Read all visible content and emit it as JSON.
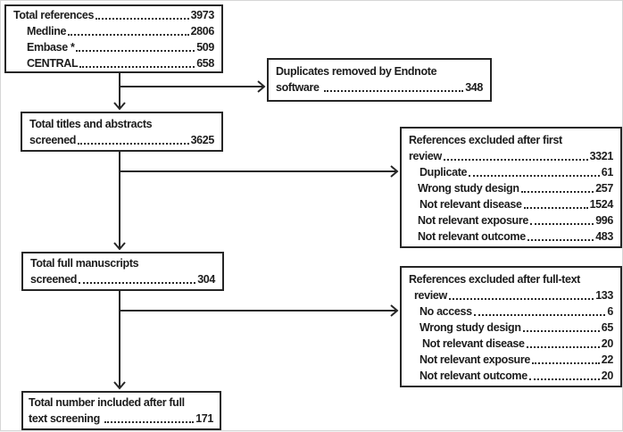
{
  "colors": {
    "box_border": "#262626",
    "connector": "#262626",
    "text": "#1c1c1c",
    "background": "#ffffff"
  },
  "boxes": {
    "total_references": {
      "lines": [
        {
          "label": "Total references",
          "value": "3973"
        },
        {
          "label": "Medline",
          "value": "2806"
        },
        {
          "label": "Embase *",
          "value": "509"
        },
        {
          "label": "CENTRAL",
          "value": "658"
        }
      ]
    },
    "duplicates_removed": {
      "lines": [
        {
          "label": "Duplicates removed by Endnote"
        },
        {
          "label": "software ",
          "value": "348"
        }
      ]
    },
    "titles_abstracts_screened": {
      "lines": [
        {
          "label": "Total titles and abstracts"
        },
        {
          "label": "screened",
          "value": "3625"
        }
      ]
    },
    "excluded_first_review": {
      "lines": [
        {
          "label": "References excluded after first"
        },
        {
          "label": "review",
          "value": "3321"
        },
        {
          "label": "Duplicate",
          "value": "61"
        },
        {
          "label": "Wrong study design",
          "value": "257"
        },
        {
          "label": "Not relevant disease",
          "value": "1524"
        },
        {
          "label": "Not relevant exposure",
          "value": "996"
        },
        {
          "label": "Not relevant outcome",
          "value": "483"
        }
      ]
    },
    "full_manuscripts_screened": {
      "lines": [
        {
          "label": "Total full manuscripts"
        },
        {
          "label": "screened",
          "value": "304"
        }
      ]
    },
    "excluded_fulltext_review": {
      "lines": [
        {
          "label": "References excluded after full-text"
        },
        {
          "label": "review",
          "value": "133"
        },
        {
          "label": "No access",
          "value": "6"
        },
        {
          "label": "Wrong study design",
          "value": "65"
        },
        {
          "label": "Not relevant disease",
          "value": "20"
        },
        {
          "label": "Not relevant exposure",
          "value": "22"
        },
        {
          "label": "Not relevant outcome",
          "value": "20"
        }
      ]
    },
    "included_after_fulltext": {
      "lines": [
        {
          "label": "Total number included after full"
        },
        {
          "label": "text screening ",
          "value": "171"
        }
      ]
    }
  }
}
